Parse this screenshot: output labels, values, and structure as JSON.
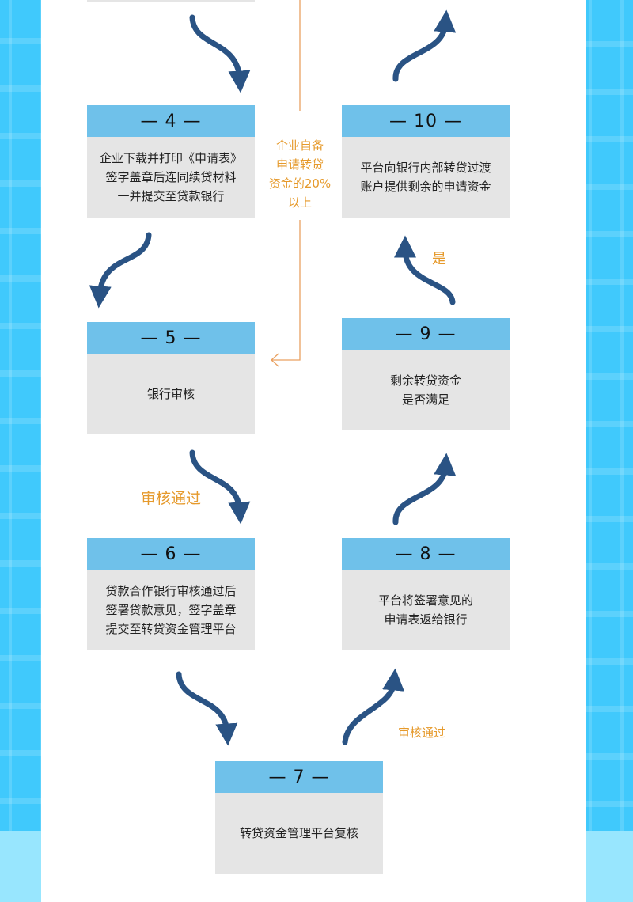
{
  "steps": [
    {
      "num": "— 4 —",
      "text": "企业下载并打印《申请表》\n签字盖章后连同续贷材料\n一并提交至贷款银行"
    },
    {
      "num": "— 5 —",
      "text": "银行审核"
    },
    {
      "num": "— 6 —",
      "text": "贷款合作银行审核通过后\n签署贷款意见，签字盖章\n提交至转贷资金管理平台"
    },
    {
      "num": "— 7 —",
      "text": "转贷资金管理平台复核"
    },
    {
      "num": "— 8 —",
      "text": "平台将签署意见的\n申请表返给银行"
    },
    {
      "num": "— 9 —",
      "text": "剩余转贷资金\n是否满足"
    },
    {
      "num": "— 10 —",
      "text": "平台向银行内部转贷过渡\n账户提供剩余的申请资金"
    }
  ],
  "labels": {
    "self_funds": "企业自备\n申请转贷\n资金的20%\n以上",
    "yes": "是",
    "approved_left": "审核通过",
    "approved_right": "审核通过"
  },
  "colors": {
    "side": "#40c9fc",
    "header": "#6fc1ea",
    "body": "#e5e5e5",
    "arrow": "#2a5384",
    "accent": "#e69a2c"
  }
}
